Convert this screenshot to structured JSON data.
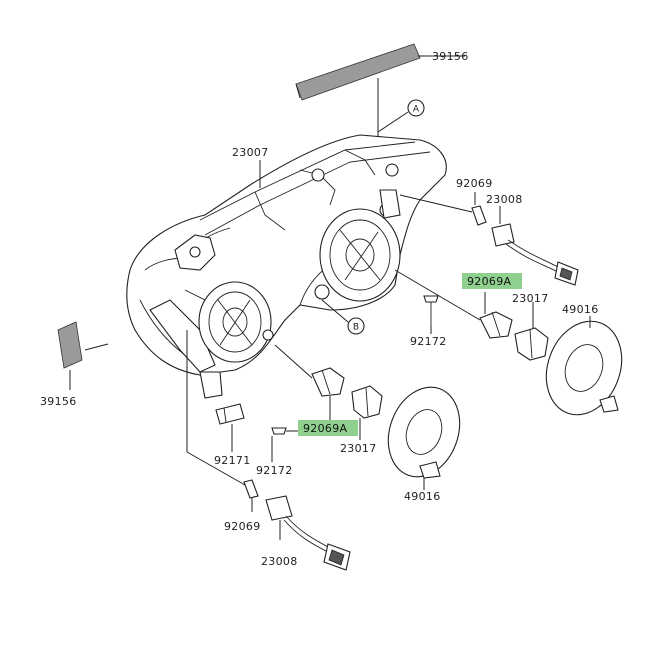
{
  "diagram": {
    "part_labels": {
      "p39156_top": "39156",
      "p23007": "23007",
      "p92069_top": "92069",
      "p23008_top": "23008",
      "p92069A_right": "92069A",
      "p23017_right": "23017",
      "p49016_right": "49016",
      "p92172_mid": "92172",
      "p39156_left": "39156",
      "p92069A_mid": "92069A",
      "p23017_mid": "23017",
      "p92171": "92171",
      "p92172_low": "92172",
      "p49016_low": "49016",
      "p92069_low": "92069",
      "p23008_low": "23008"
    },
    "reference_markers": {
      "ref_a": "A",
      "ref_b": "B"
    },
    "highlight_color": "#8fd08f"
  }
}
